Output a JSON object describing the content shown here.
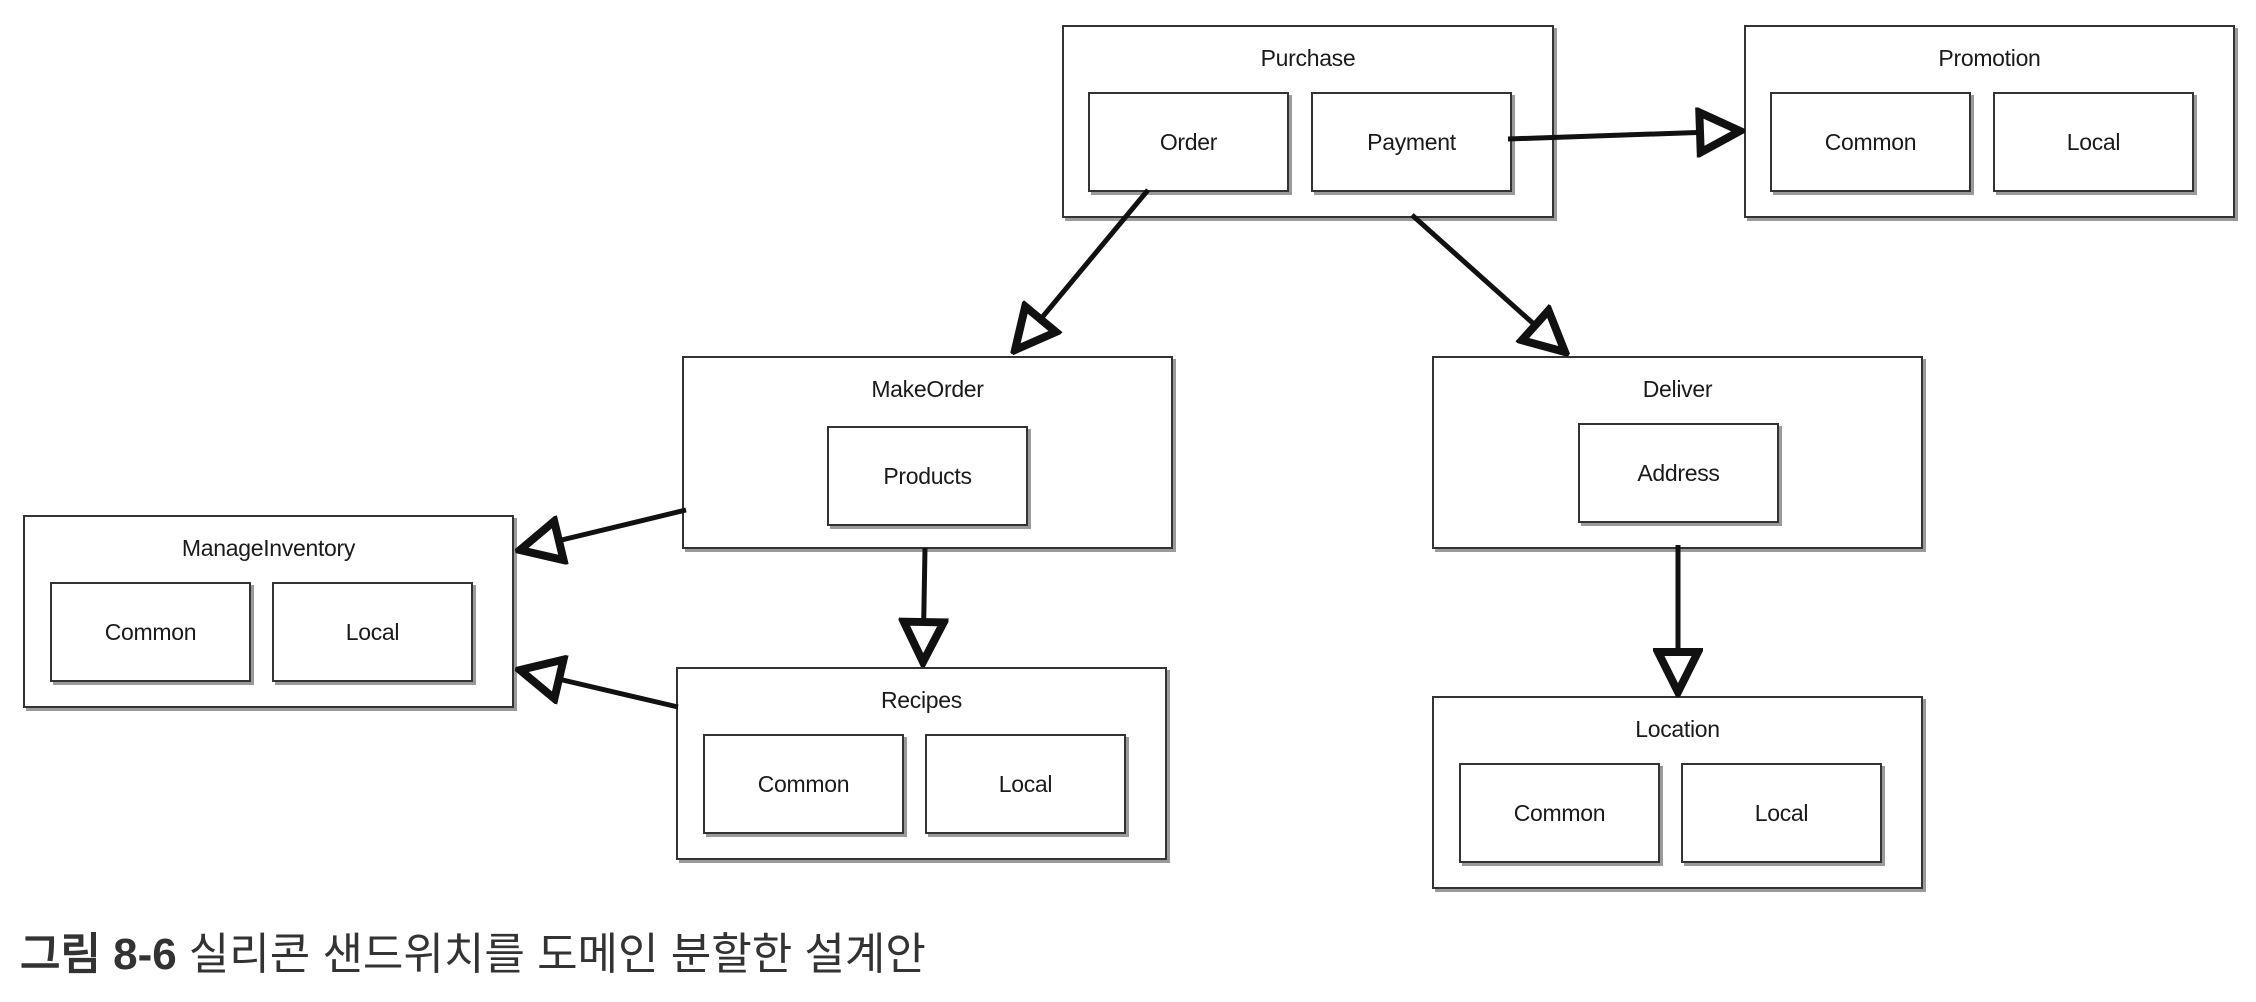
{
  "diagram": {
    "purchase": {
      "title": "Purchase",
      "order": "Order",
      "payment": "Payment"
    },
    "promotion": {
      "title": "Promotion",
      "common": "Common",
      "local": "Local"
    },
    "make_order": {
      "title": "MakeOrder",
      "products": "Products"
    },
    "deliver": {
      "title": "Deliver",
      "address": "Address"
    },
    "manage_inventory": {
      "title": "ManageInventory",
      "common": "Common",
      "local": "Local"
    },
    "recipes": {
      "title": "Recipes",
      "common": "Common",
      "local": "Local"
    },
    "location": {
      "title": "Location",
      "common": "Common",
      "local": "Local"
    }
  },
  "caption": {
    "label": "그림 8-6",
    "text": "실리콘 샌드위치를 도메인 분할한 설계안"
  },
  "colors": {
    "line": "#111111",
    "border": "#333333",
    "shadow": "#9a9a9a"
  }
}
